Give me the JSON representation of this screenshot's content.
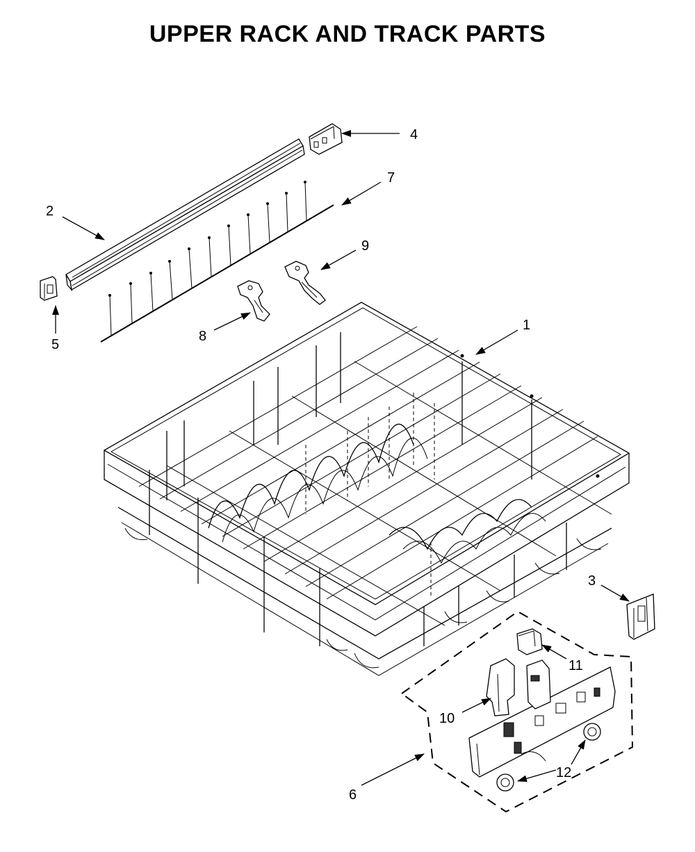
{
  "title": "UPPER RACK AND TRACK PARTS",
  "callouts": [
    {
      "id": "1",
      "label": "1"
    },
    {
      "id": "2",
      "label": "2"
    },
    {
      "id": "3",
      "label": "3"
    },
    {
      "id": "4",
      "label": "4"
    },
    {
      "id": "5",
      "label": "5"
    },
    {
      "id": "6",
      "label": "6"
    },
    {
      "id": "7",
      "label": "7"
    },
    {
      "id": "8",
      "label": "8"
    },
    {
      "id": "9",
      "label": "9"
    },
    {
      "id": "10",
      "label": "10"
    },
    {
      "id": "11",
      "label": "11"
    },
    {
      "id": "12",
      "label": "12"
    }
  ],
  "colors": {
    "ink": "#000000",
    "paper": "#ffffff"
  }
}
